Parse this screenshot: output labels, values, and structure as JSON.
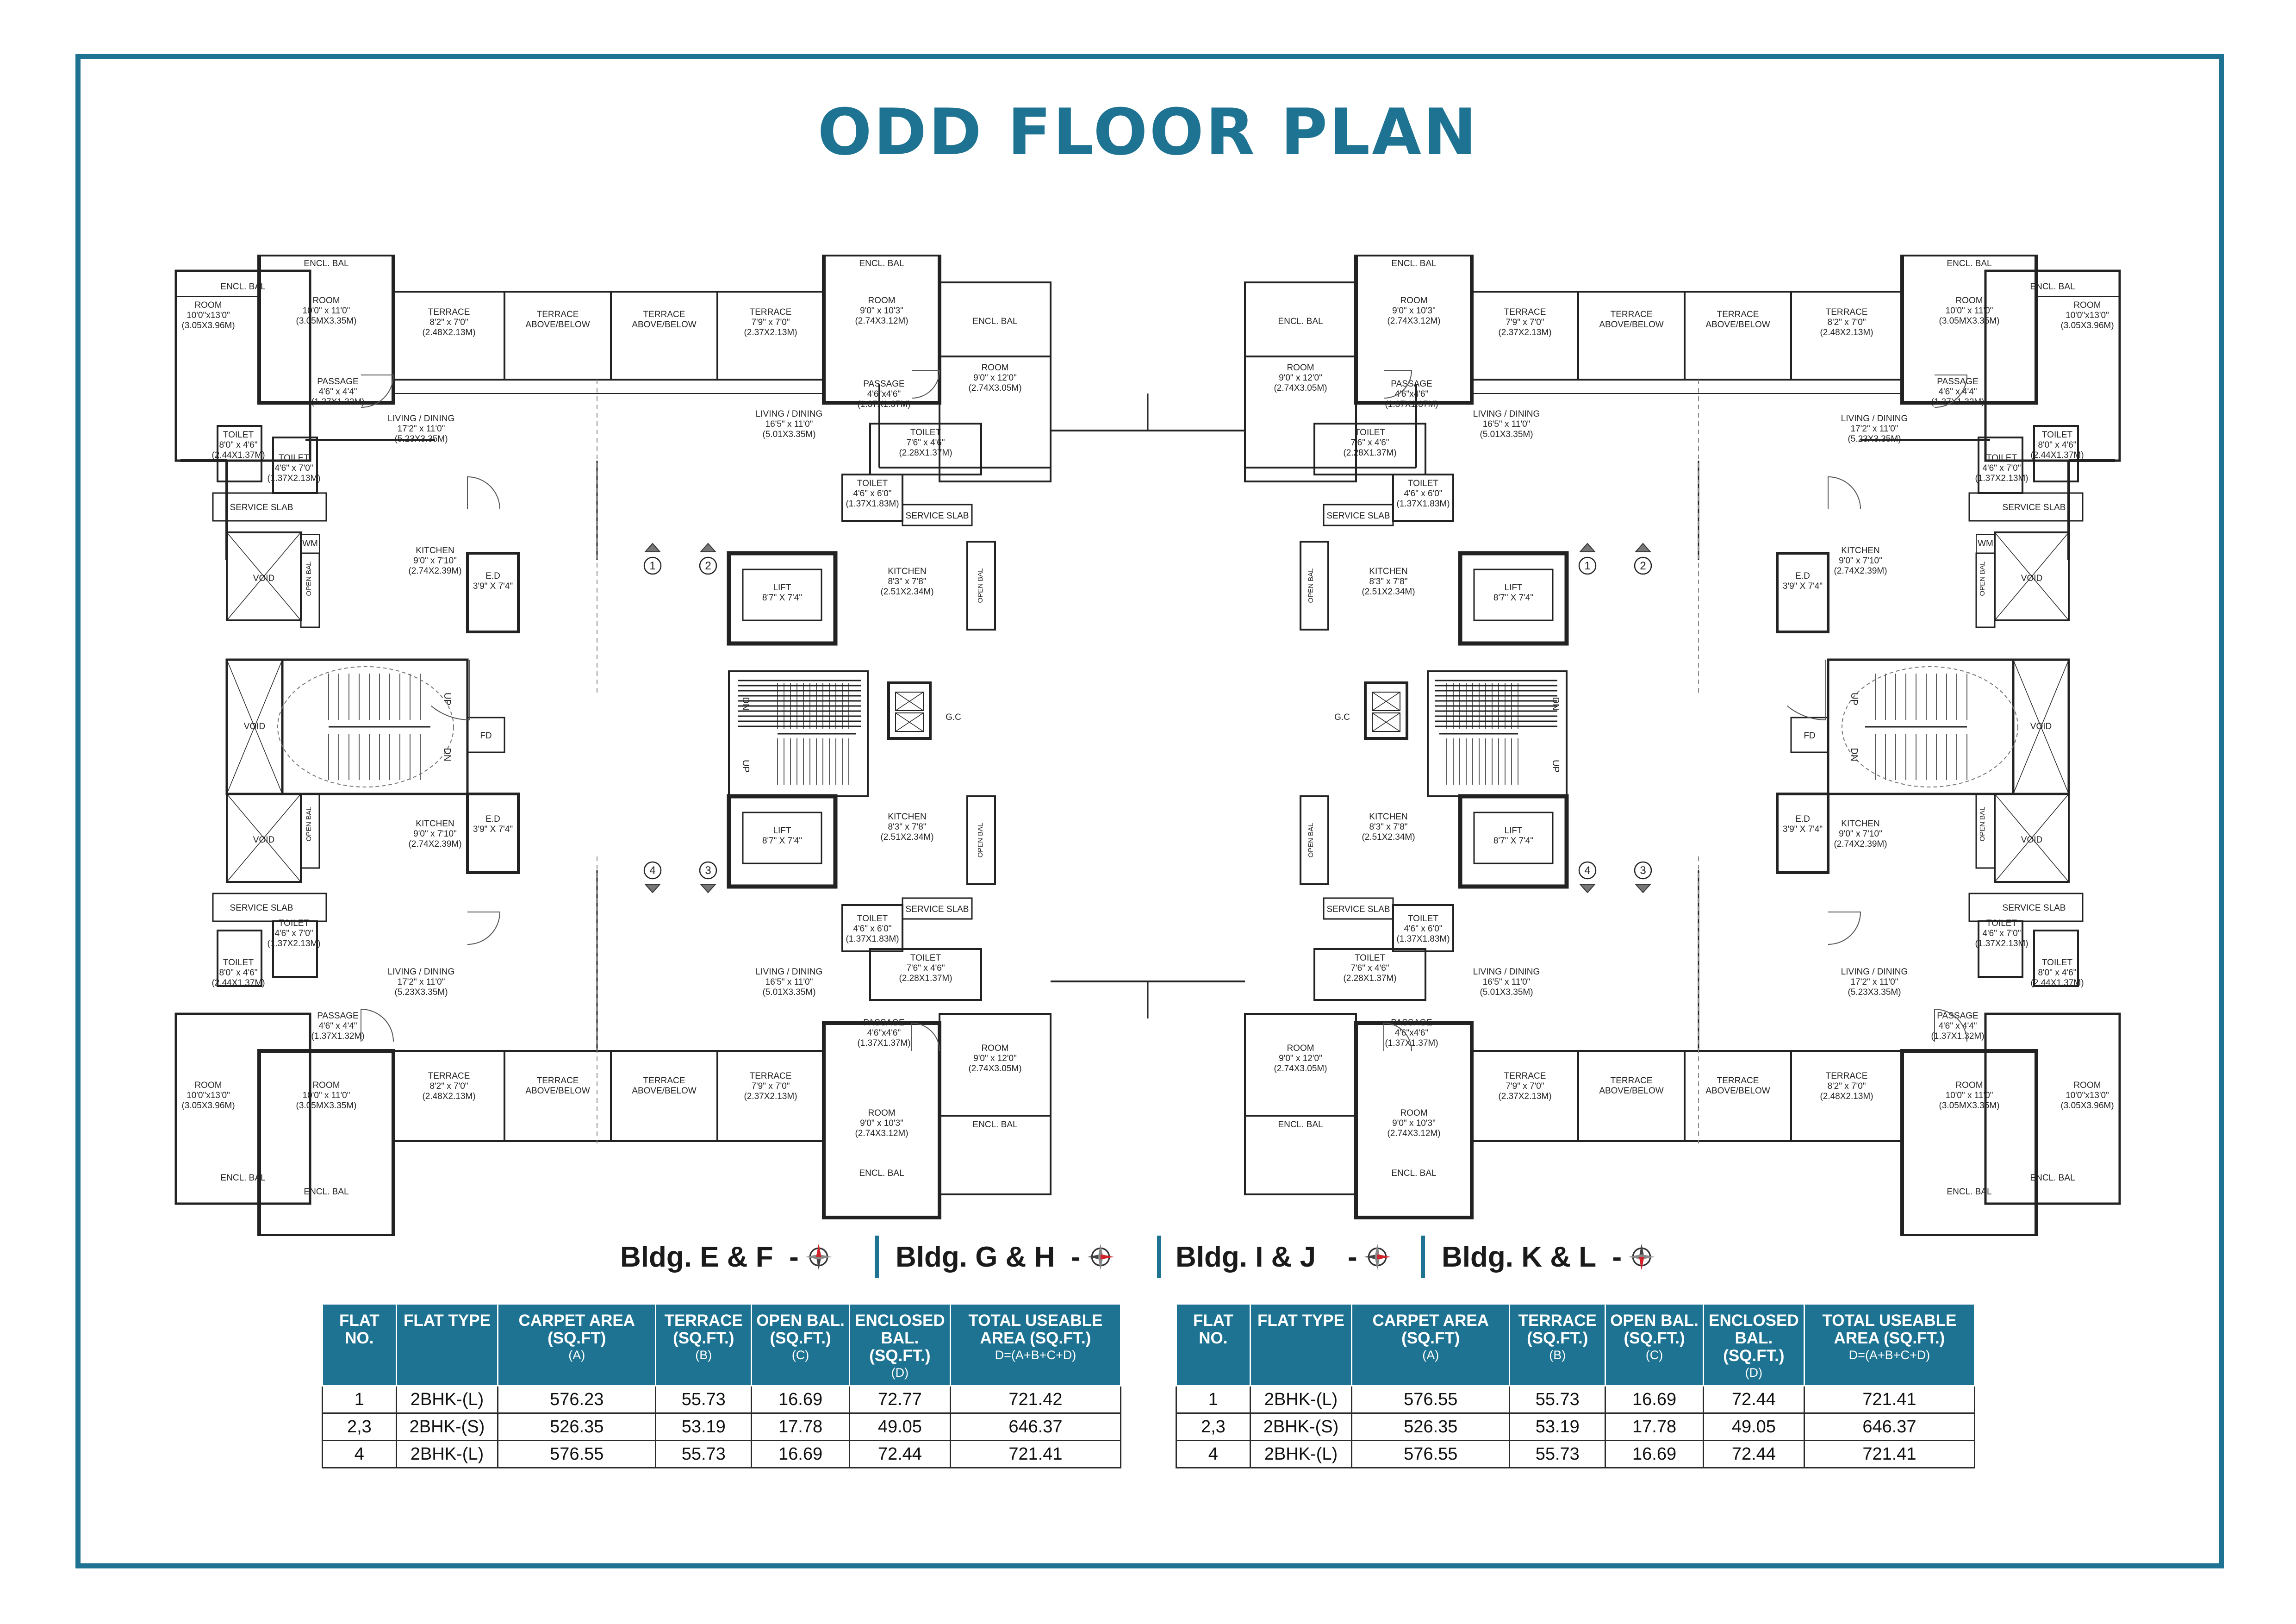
{
  "title": "ODD FLOOR PLAN",
  "plan_labels": {
    "encl_bal": "ENCL. BAL",
    "room": "ROOM",
    "terrace": "TERRACE",
    "terrace_above_below_1": "TERRACE",
    "terrace_above_below_2": "ABOVE/BELOW",
    "passage": "PASSAGE",
    "living_dining": "LIVING / DINING",
    "toilet": "TOILET",
    "service_slab": "SERVICE SLAB",
    "void": "VOID",
    "kitchen": "KITCHEN",
    "open_bal": "OPEN BAL",
    "ed": "E.D",
    "ed_size": "3'9\" X 7'4\"",
    "lift": "LIFT",
    "lift_size": "8'7\" X 7'4\"",
    "fd": "FD",
    "gc": "G.C",
    "up": "UP",
    "dn": "DN",
    "wm": "WM",
    "flat_markers": [
      "1",
      "2",
      "3",
      "4"
    ],
    "size_room_corner": "10'0\"x13'0\"",
    "size_room_corner_m": "(3.05X3.96M)",
    "size_room_a": "10'0\" x 11'0\"",
    "size_room_a_m": "(3.05MX3.35M)",
    "size_room_b": "9'0\" x 10'3\"",
    "size_room_b_m": "(2.74X3.12M)",
    "size_room_c": "9'0\" x 12'0\"",
    "size_room_c_m": "(2.74X3.05M)",
    "size_terrace_a": "8'2\" x 7'0\"",
    "size_terrace_a_m": "(2.48X2.13M)",
    "size_terrace_b": "7'9\" x 7'0\"",
    "size_terrace_b_m": "(2.37X2.13M)",
    "size_passage_a": "4'6\" x 4'4\"",
    "size_passage_a_m": "(1.37X1.32M)",
    "size_passage_b": "4'6\"x4'6\"",
    "size_passage_b_m": "(1.37X1.37M)",
    "size_living_a": "17'2\" x 11'0\"",
    "size_living_a_m": "(5.23X3.35M)",
    "size_living_b": "16'5\" x 11'0\"",
    "size_living_b_m": "(5.01X3.35M)",
    "size_kitchen_a": "9'0\" x 7'10\"",
    "size_kitchen_a_m": "(2.74X2.39M)",
    "size_kitchen_b": "8'3\" x 7'8\"",
    "size_kitchen_b_m": "(2.51X2.34M)",
    "size_toilet_a": "8'0\" x 4'6\"",
    "size_toilet_a_m": "(2.44X1.37M)",
    "size_toilet_b": "4'6\" x 7'0\"",
    "size_toilet_b_m": "(1.37X2.13M)",
    "size_toilet_c": "7'6\" x 4'6\"",
    "size_toilet_c_m": "(2.28X1.37M)",
    "size_toilet_d": "4'6\" x 6'0\"",
    "size_toilet_d_m": "(1.37X1.83M)"
  },
  "orientation_legend": [
    {
      "label": "Bldg. E & F",
      "compass_rotation": 0
    },
    {
      "label": "Bldg. G & H",
      "compass_rotation": 90
    },
    {
      "label": "Bldg. I & J",
      "compass_rotation": 90
    },
    {
      "label": "Bldg. K & L",
      "compass_rotation": 180
    }
  ],
  "legend_dash": "-",
  "table_headers": [
    {
      "label": "FLAT NO.",
      "sub": ""
    },
    {
      "label": "FLAT TYPE",
      "sub": ""
    },
    {
      "label": "CARPET AREA (SQ.FT)",
      "sub": "(A)"
    },
    {
      "label": "TERRACE (SQ.FT.)",
      "sub": "(B)"
    },
    {
      "label": "OPEN BAL. (SQ.FT.)",
      "sub": "(C)"
    },
    {
      "label": "ENCLOSED BAL.(SQ.FT.)",
      "sub": "(D)"
    },
    {
      "label": "TOTAL USEABLE AREA (SQ.FT.)",
      "sub": "D=(A+B+C+D)"
    }
  ],
  "tables": [
    {
      "rows": [
        [
          "1",
          "2BHK-(L)",
          "576.23",
          "55.73",
          "16.69",
          "72.77",
          "721.42"
        ],
        [
          "2,3",
          "2BHK-(S)",
          "526.35",
          "53.19",
          "17.78",
          "49.05",
          "646.37"
        ],
        [
          "4",
          "2BHK-(L)",
          "576.55",
          "55.73",
          "16.69",
          "72.44",
          "721.41"
        ]
      ]
    },
    {
      "rows": [
        [
          "1",
          "2BHK-(L)",
          "576.55",
          "55.73",
          "16.69",
          "72.44",
          "721.41"
        ],
        [
          "2,3",
          "2BHK-(S)",
          "526.35",
          "53.19",
          "17.78",
          "49.05",
          "646.37"
        ],
        [
          "4",
          "2BHK-(L)",
          "576.55",
          "55.73",
          "16.69",
          "72.44",
          "721.41"
        ]
      ]
    }
  ]
}
